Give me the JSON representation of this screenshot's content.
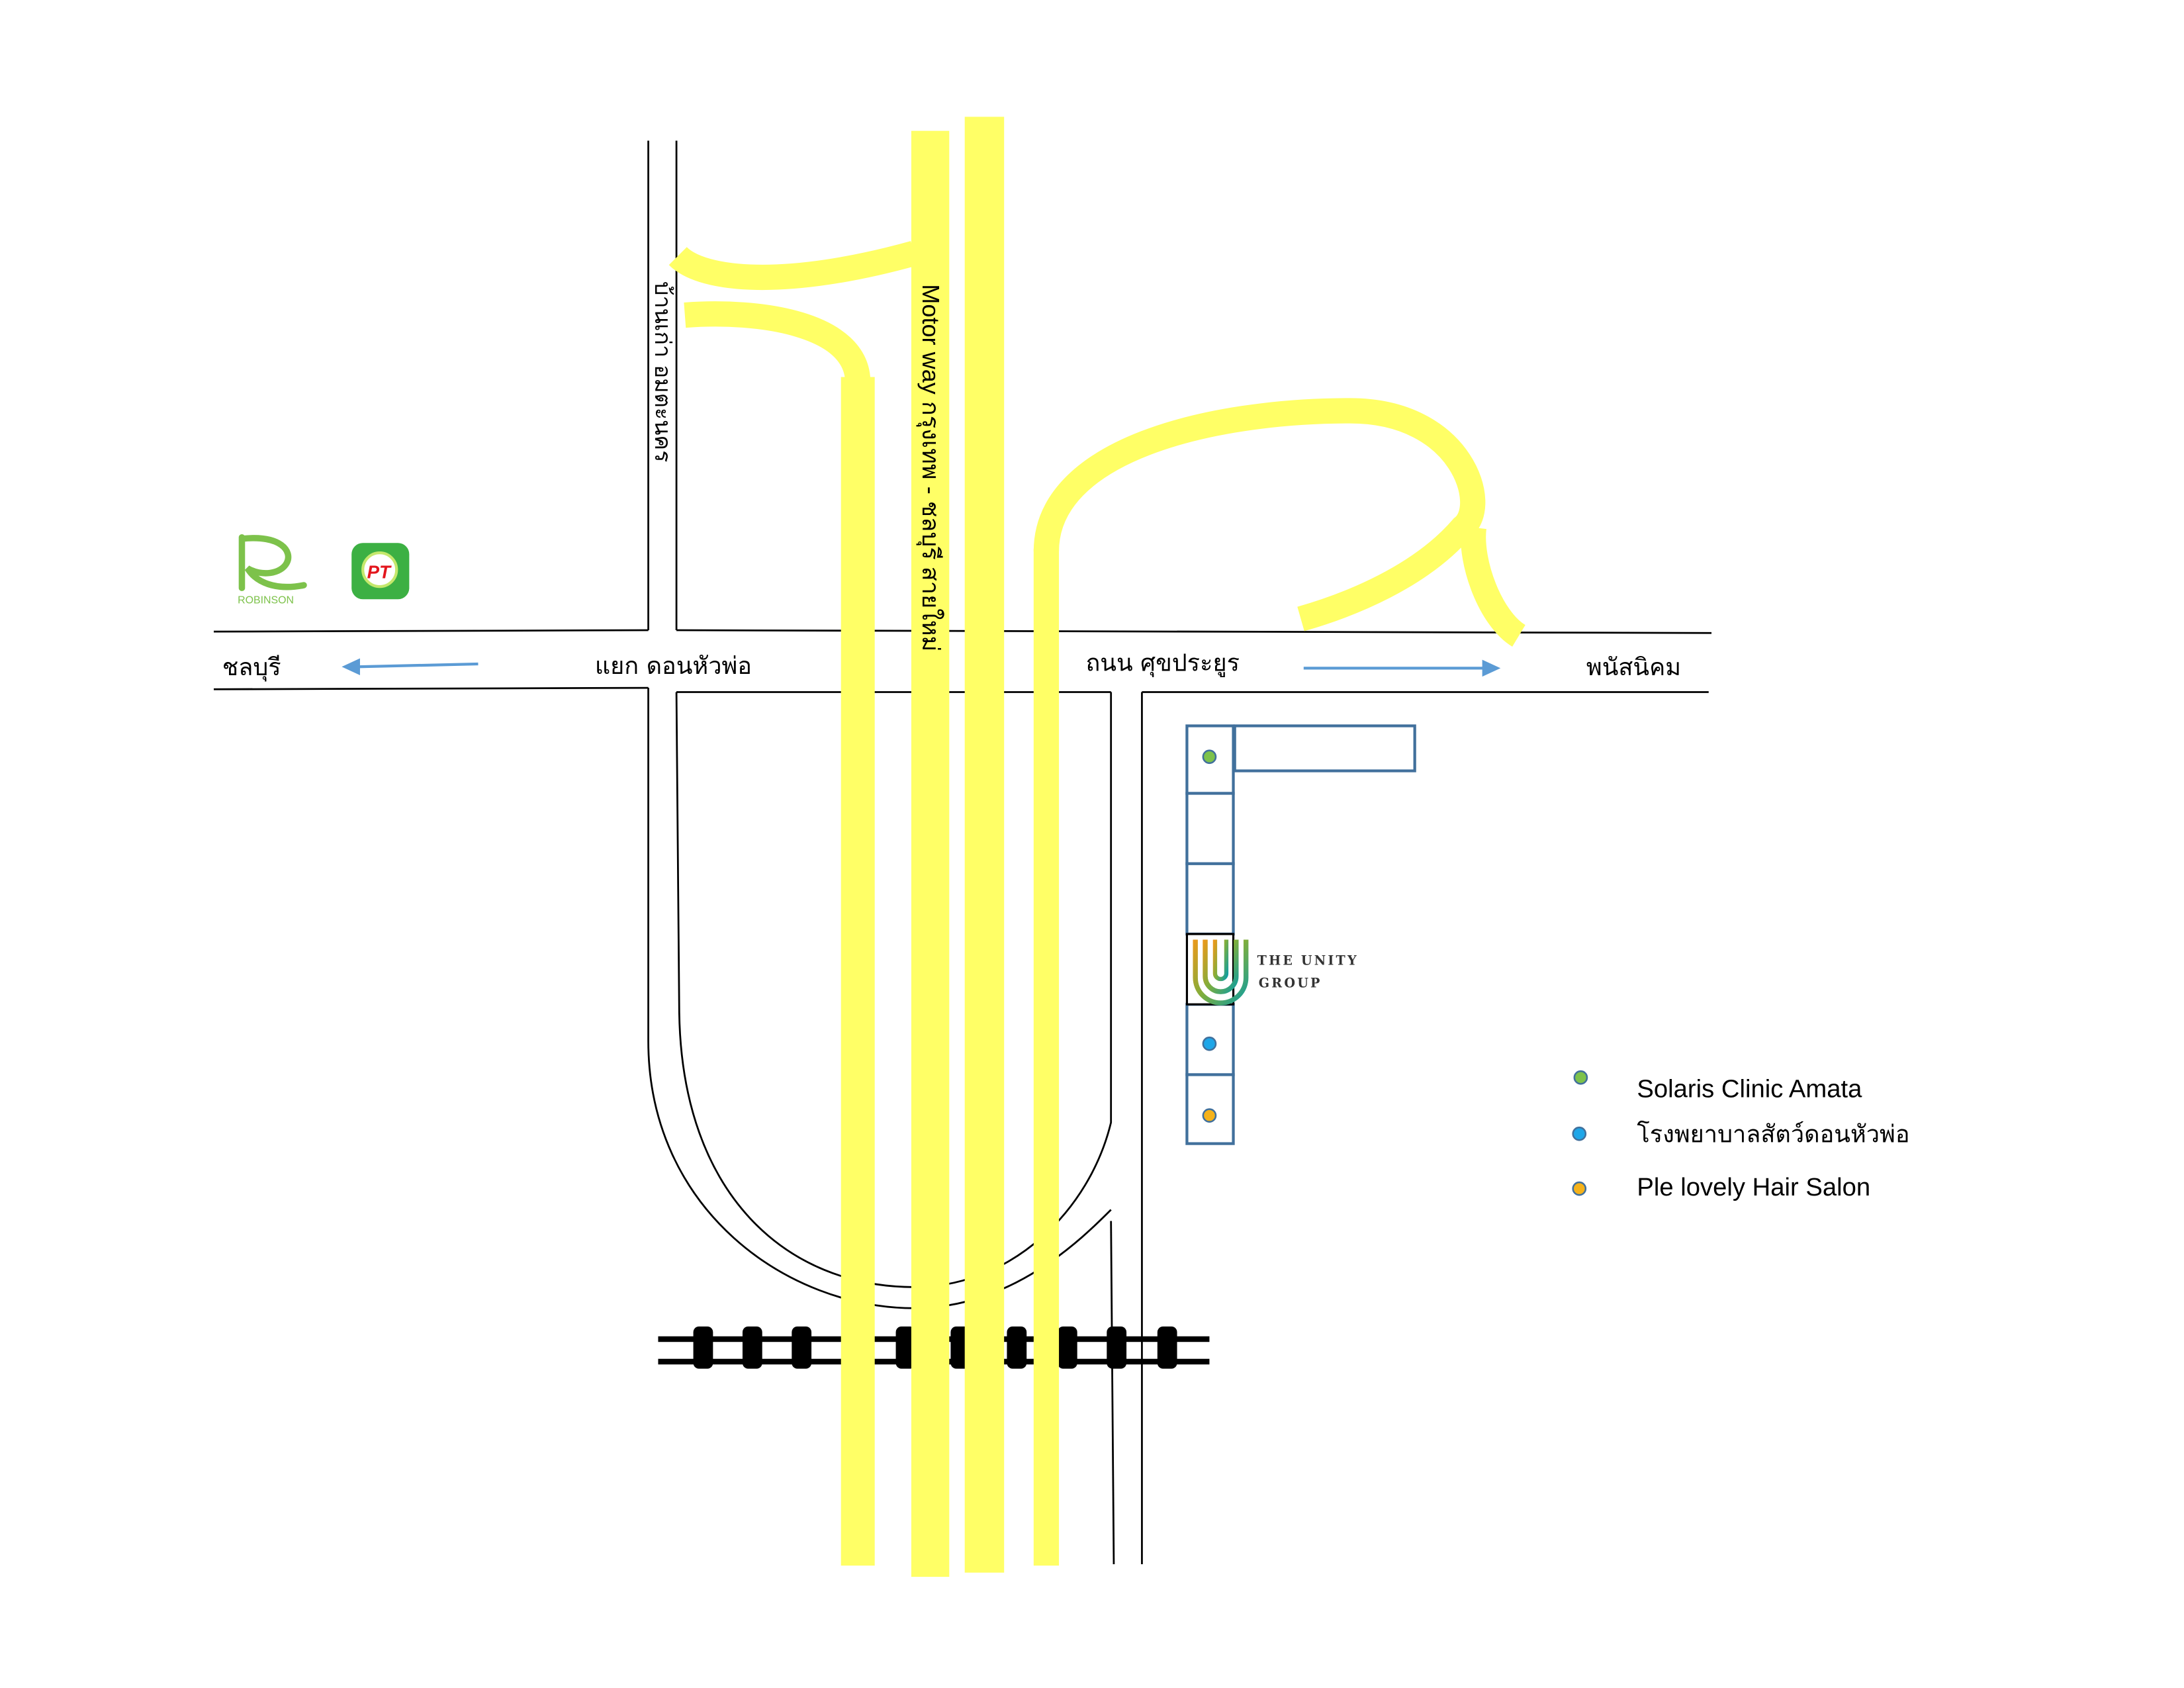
{
  "roads": {
    "left_direction": "ชลบุรี",
    "intersection": "แยก ดอนหัวพ่อ",
    "main_road": "ถนน ศุขประยูร",
    "right_direction": "พนัสนิคม",
    "side_road": "บ้านเก่า อมตะนคร",
    "motorway": "Motor way กรุงเทพ - ชลบุรี สายใหม่"
  },
  "landmarks": {
    "robinson": "ROBINSON",
    "pt_logo": "PT",
    "unity_line1": "THE UNITY",
    "unity_line2": "GROUP"
  },
  "legend": [
    {
      "label": "Solaris Clinic Amata",
      "color": "#7dc24b"
    },
    {
      "label": "โรงพยาบาลสัตว์ดอนหัวพ่อ",
      "color": "#1ea6e8"
    },
    {
      "label": "Ple lovely Hair Salon",
      "color": "#f5b21a"
    }
  ],
  "colors": {
    "highway": "#ffff66",
    "building": "#41709c",
    "arrow": "#5b9bd5"
  }
}
